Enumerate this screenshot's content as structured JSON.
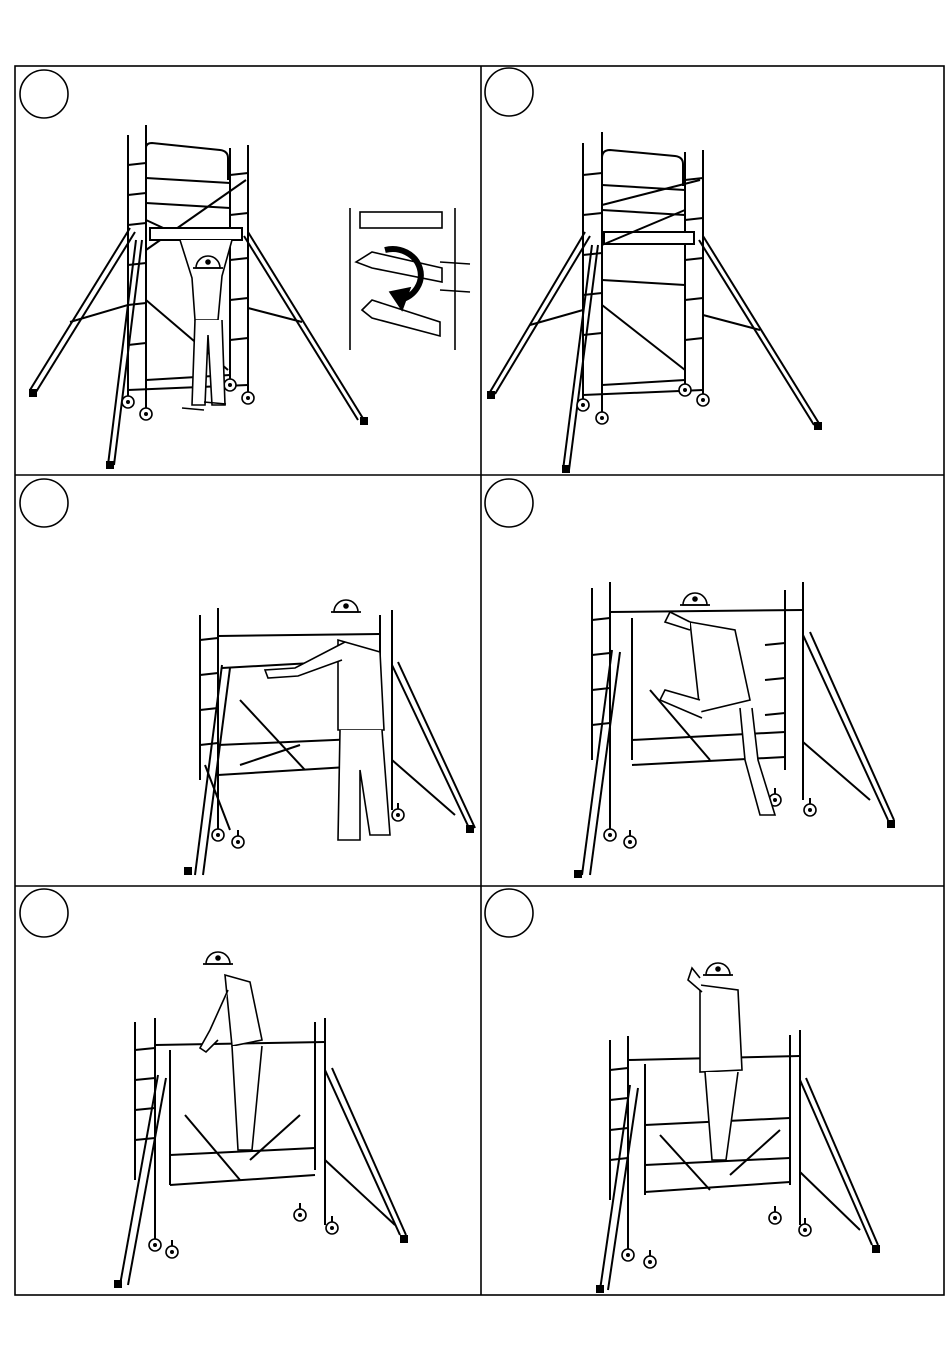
{
  "page": {
    "background": "#ffffff",
    "ink": "#000000"
  },
  "panels": [
    {
      "id": "panel-1",
      "step_label": "",
      "scene": "tall-tower-with-outriggers-worker-installing-platform",
      "inset": "detail-hook-rotate"
    },
    {
      "id": "panel-2",
      "step_label": "",
      "scene": "tall-tower-with-outriggers-complete"
    },
    {
      "id": "panel-3",
      "step_label": "",
      "scene": "low-tower-worker-placing-guardrail"
    },
    {
      "id": "panel-4",
      "step_label": "",
      "scene": "low-tower-worker-climbing-on-platform"
    },
    {
      "id": "panel-5",
      "step_label": "",
      "scene": "low-tower-worker-standing-on-platform-holding-rail"
    },
    {
      "id": "panel-6",
      "step_label": "",
      "scene": "low-tower-worker-standing-on-platform-waving"
    }
  ]
}
